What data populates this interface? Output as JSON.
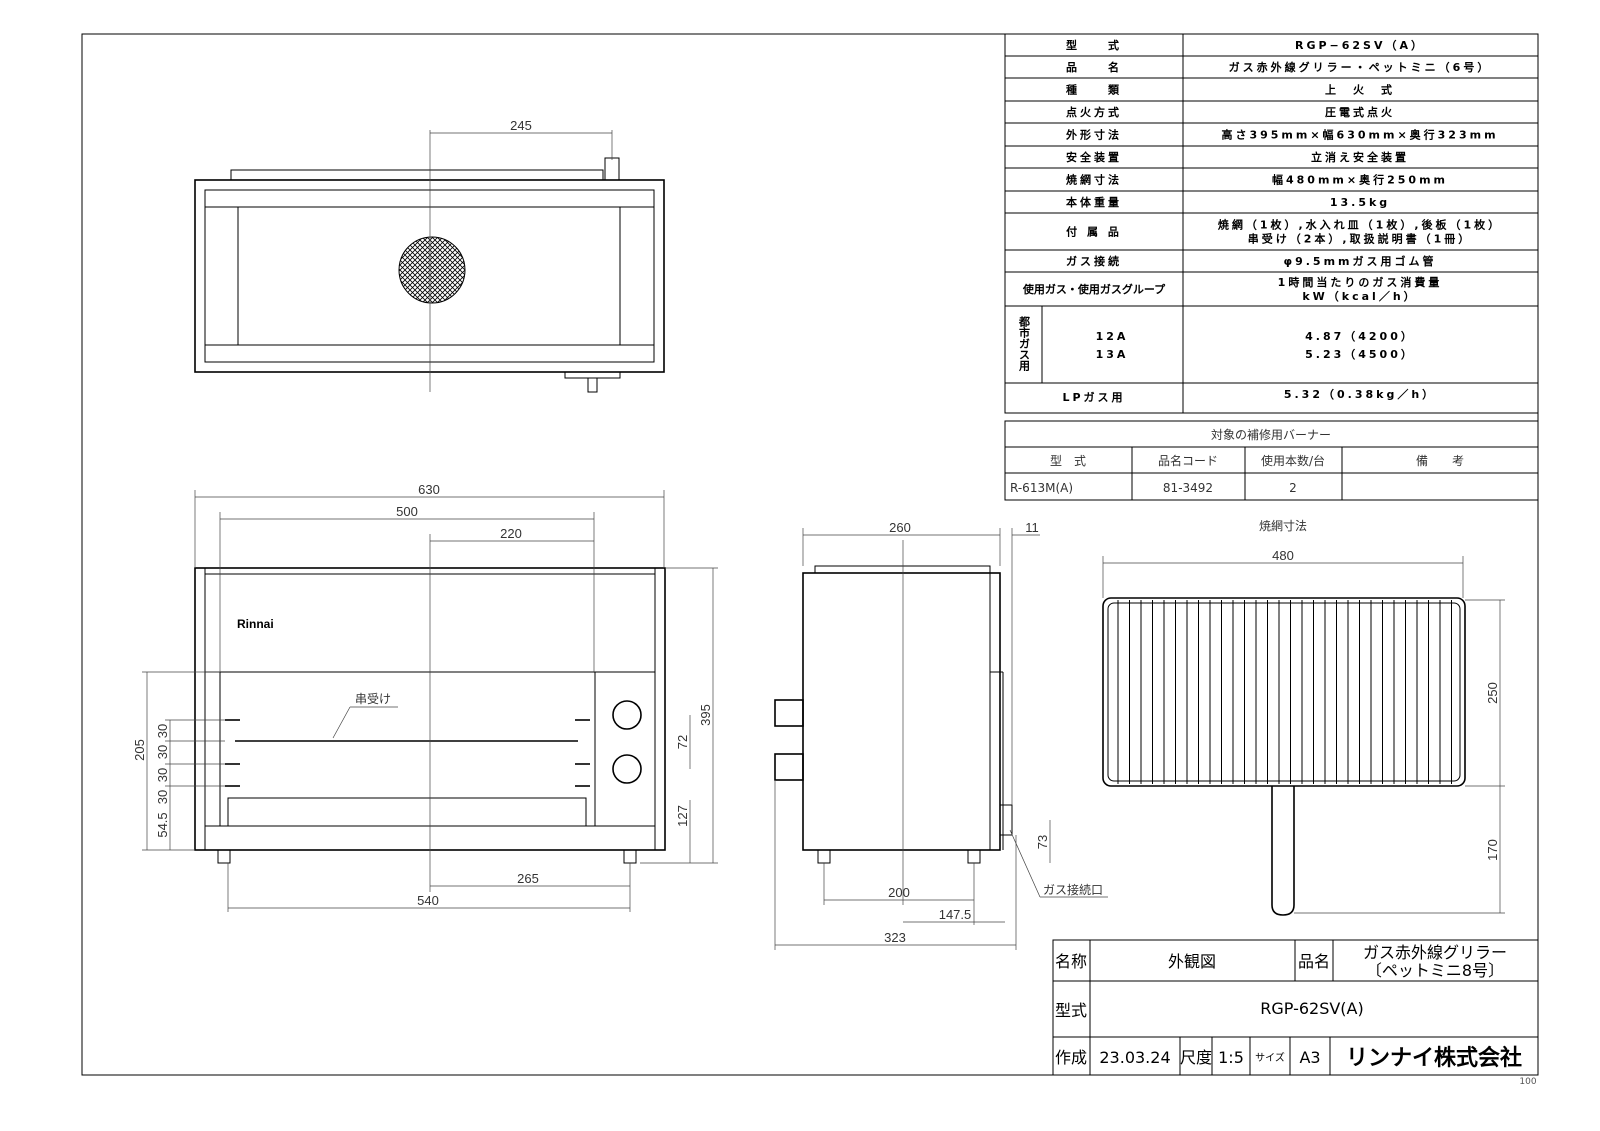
{
  "spec_table": {
    "rows": [
      {
        "label": "型　　式",
        "value": "RGP−62SV（A）"
      },
      {
        "label": "品　　名",
        "value": "ガス赤外線グリラー・ペットミニ（6号）"
      },
      {
        "label": "種　　類",
        "value": "上　火　式"
      },
      {
        "label": "点火方式",
        "value": "圧電式点火"
      },
      {
        "label": "外形寸法",
        "value": "高さ395mm×幅630mm×奥行323mm"
      },
      {
        "label": "安全装置",
        "value": "立消え安全装置"
      },
      {
        "label": "焼網寸法",
        "value": "幅480mm×奥行250mm"
      },
      {
        "label": "本体重量",
        "value": "13.5kg"
      },
      {
        "label": "付 属 品",
        "value": "焼網（1枚）,水入れ皿（1枚）,後板（1枚）",
        "value2": "串受け（2本）,取扱説明書（1冊）"
      },
      {
        "label": "ガス接続",
        "value": "φ9.5mmガス用ゴム管"
      },
      {
        "label": "使用ガス・使用ガスグループ",
        "value": "1時間当たりのガス消費量",
        "value2": "kW（kcal／h）"
      }
    ],
    "city_gas": {
      "label": "都市ガス用",
      "groups": [
        "12A",
        "13A"
      ],
      "values": [
        "4.87（4200）",
        "5.23（4500）"
      ]
    },
    "lp_gas": {
      "label": "LPガス用",
      "value": "5.32（0.38kg／h）"
    }
  },
  "parts_table": {
    "title": "対象の補修用バーナー",
    "headers": [
      "型　式",
      "品名コード",
      "使用本数/台",
      "備　　考"
    ],
    "row": [
      "R-613M(A)",
      "81-3492",
      "2",
      ""
    ]
  },
  "title_block": {
    "name_label": "名称",
    "name": "外観図",
    "product_label": "品名",
    "product_line1": "ガス赤外線グリラー",
    "product_line2": "〔ペットミニ8号〕",
    "model_label": "型式",
    "model": "RGP-62SV(A)",
    "created_label": "作成",
    "created": "23.03.24",
    "scale_label": "尺度",
    "scale": "1:5",
    "size_label": "サイズ",
    "size": "A3",
    "company": "リンナイ株式会社"
  },
  "drawing": {
    "brand": "Rinnai",
    "skewer_label": "串受け",
    "gas_inlet_label": "ガス接続口",
    "grill_title": "焼網寸法",
    "page_number": "100",
    "dims": {
      "top_245": "245",
      "w630": "630",
      "w500": "500",
      "w220": "220",
      "h395": "395",
      "h205": "205",
      "p30a": "30",
      "p30b": "30",
      "p30c": "30",
      "p30d": "30",
      "p545": "54.5",
      "h72": "72",
      "h127": "127",
      "w265": "265",
      "w540": "540",
      "s260": "260",
      "s11": "11",
      "s73": "73",
      "s200": "200",
      "s1475": "147.5",
      "s323": "323",
      "g480": "480",
      "g250": "250",
      "g170": "170"
    }
  }
}
